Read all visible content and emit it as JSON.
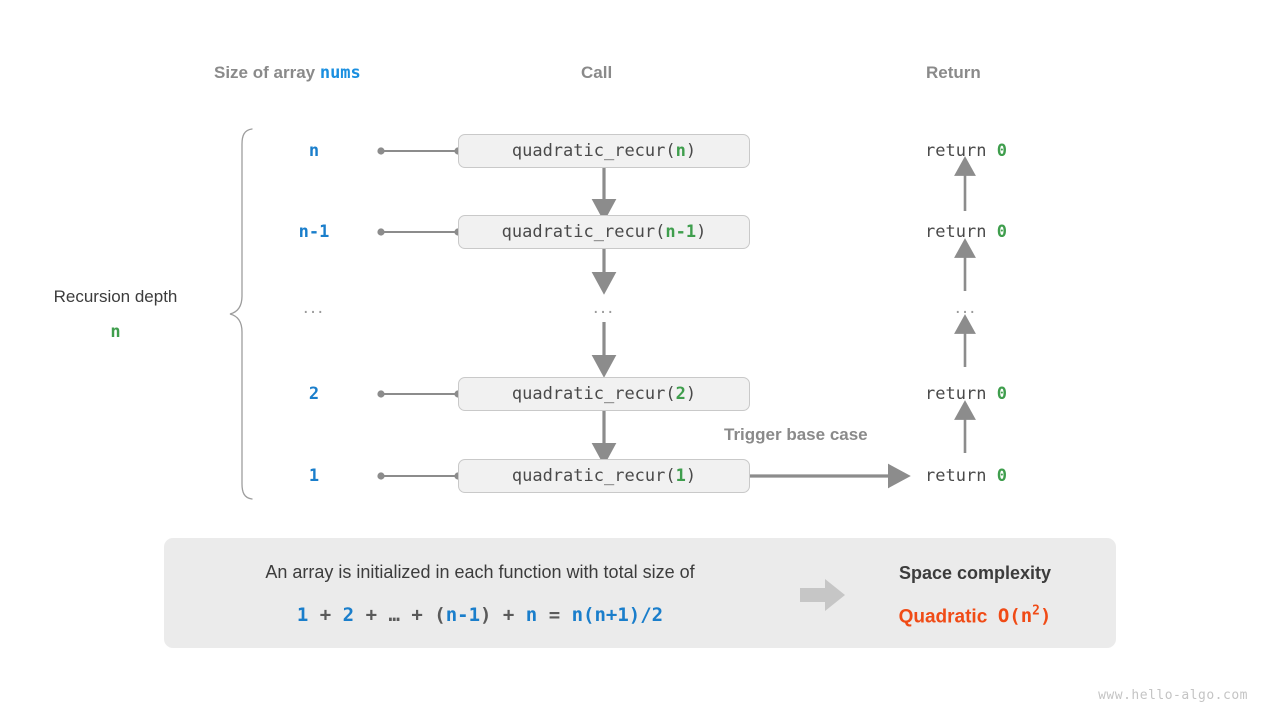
{
  "headers": {
    "size_prefix": "Size of array ",
    "size_var": "nums",
    "call": "Call",
    "return": "Return"
  },
  "depth": {
    "label": "Recursion depth",
    "value": "n"
  },
  "rows": [
    {
      "size": "n",
      "call_name": "quadratic_recur(",
      "call_arg": "n",
      "call_close": ")",
      "return_text": "return ",
      "return_value": "0"
    },
    {
      "size": "n-1",
      "call_name": "quadratic_recur(",
      "call_arg": "n-1",
      "call_close": ")",
      "return_text": "return ",
      "return_value": "0"
    },
    {
      "size": "...",
      "call_name": "...",
      "call_arg": "",
      "call_close": "",
      "return_text": "...",
      "return_value": ""
    },
    {
      "size": "2",
      "call_name": "quadratic_recur(",
      "call_arg": "2",
      "call_close": ")",
      "return_text": "return ",
      "return_value": "0"
    },
    {
      "size": "1",
      "call_name": "quadratic_recur(",
      "call_arg": "1",
      "call_close": ")",
      "return_text": "return ",
      "return_value": "0"
    }
  ],
  "trigger_label": "Trigger base case",
  "summary": {
    "text": "An array is initialized in each function with total size of",
    "formula_parts": [
      {
        "t": "1",
        "c": "b"
      },
      {
        "t": " + ",
        "c": "g"
      },
      {
        "t": "2",
        "c": "b"
      },
      {
        "t": " + ",
        "c": "g"
      },
      {
        "t": "…",
        "c": "g"
      },
      {
        "t": " + ",
        "c": "g"
      },
      {
        "t": "(",
        "c": "g"
      },
      {
        "t": "n-1",
        "c": "b"
      },
      {
        "t": ")",
        "c": "g"
      },
      {
        "t": " + ",
        "c": "g"
      },
      {
        "t": "n",
        "c": "b"
      },
      {
        "t": " = ",
        "c": "g"
      },
      {
        "t": "n(n+1)/2",
        "c": "b"
      }
    ],
    "arrow_icon": "right-arrow-icon",
    "complexity_title": "Space complexity",
    "complexity_kind": "Quadratic",
    "complexity_order_prefix": "O(n",
    "complexity_order_exp": "2",
    "complexity_order_suffix": ")"
  },
  "watermark": "www.hello-algo.com",
  "colors": {
    "blue": "#1a7ecb",
    "green": "#3f9e4d",
    "orange": "#f04b16",
    "gray_text": "#8a8a8a",
    "dark_text": "#3c3c3c",
    "box_fill": "#f1f1f1",
    "box_border": "#c9c9c9",
    "summary_fill": "#ebebeb",
    "arrow_gray": "#8c8c8c"
  }
}
